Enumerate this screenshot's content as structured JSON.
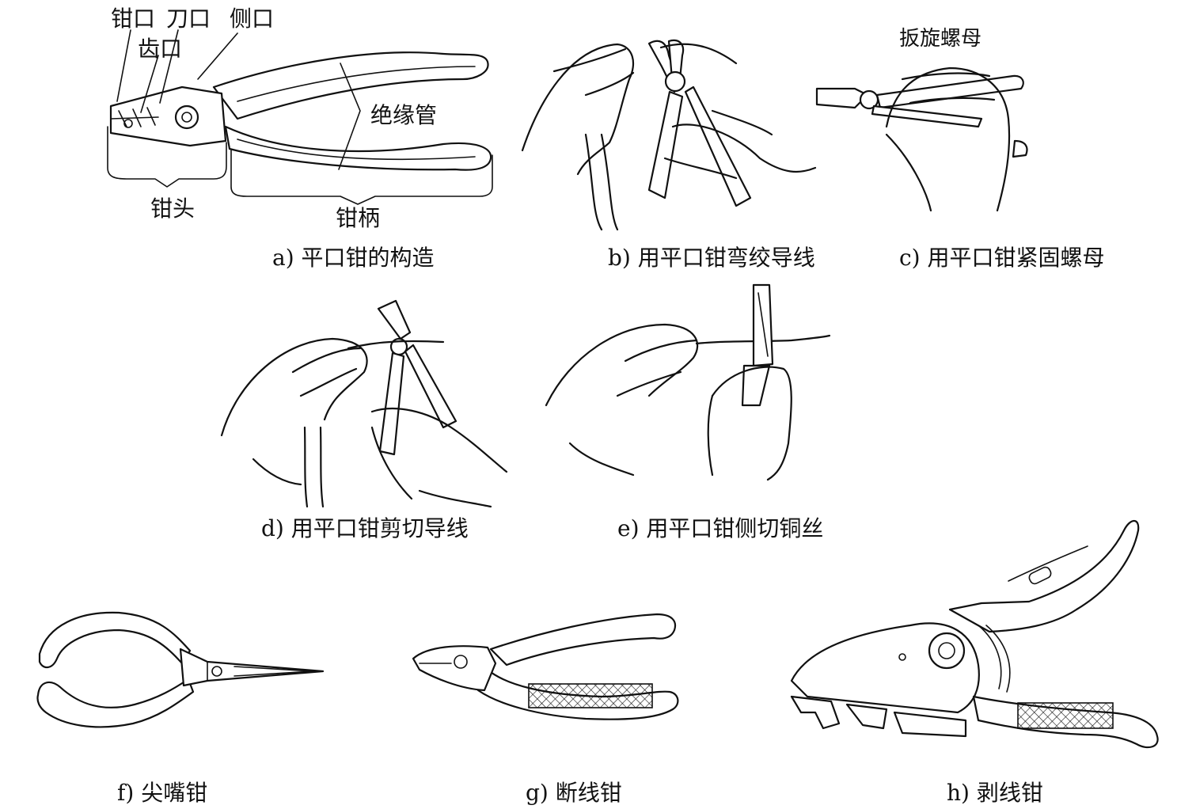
{
  "labels": {
    "qiankou": "钳口",
    "daokou": "刀口",
    "cekou": "侧口",
    "chikou": "齿口",
    "jueyuanguan": "绝缘管",
    "qiantou": "钳头",
    "qianbing": "钳柄",
    "banxuan": "扳旋螺母"
  },
  "captions": {
    "a": "a) 平口钳的构造",
    "b": "b) 用平口钳弯绞导线",
    "c": "c) 用平口钳紧固螺母",
    "d": "d) 用平口钳剪切导线",
    "e": "e) 用平口钳侧切铜丝",
    "f": "f) 尖嘴钳",
    "g": "g) 断线钳",
    "h": "h) 剥线钳"
  },
  "icons": {
    "a": "flat-nose-pliers",
    "b": "hands-bending-wire",
    "c": "hand-tightening-nut",
    "d": "hands-cutting-wire",
    "e": "hands-side-cutting-wire",
    "f": "needle-nose-pliers",
    "g": "wire-cutters",
    "h": "wire-stripper"
  }
}
